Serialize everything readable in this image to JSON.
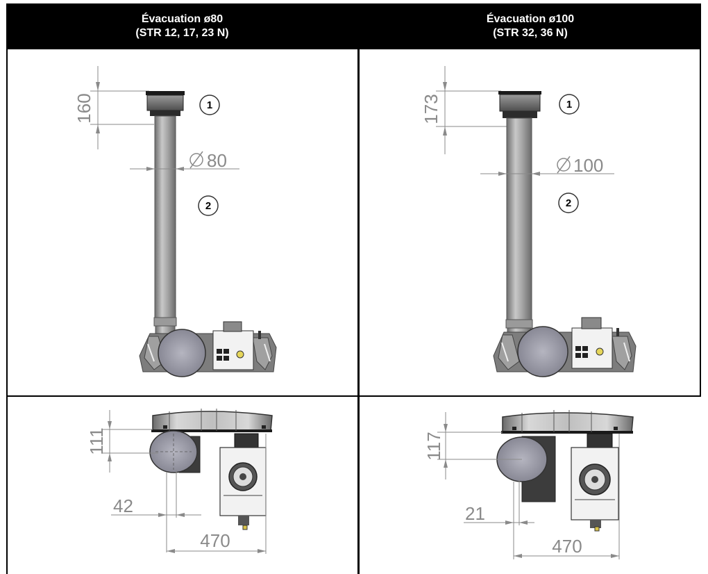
{
  "headers": {
    "left": {
      "title": "Évacuation ø80",
      "subtitle": "(STR 12, 17, 23 N)"
    },
    "right": {
      "title": "Évacuation ø100",
      "subtitle": "(STR 32, 36 N)"
    }
  },
  "top_left": {
    "dim_height": "160",
    "diameter": "80",
    "callout_1": "1",
    "callout_2": "2"
  },
  "top_right": {
    "dim_height": "173",
    "diameter": "100",
    "callout_1": "1",
    "callout_2": "2"
  },
  "bottom_left": {
    "dim_vertical": "111",
    "dim_offset": "42",
    "dim_width": "470"
  },
  "bottom_right": {
    "dim_vertical": "117",
    "dim_offset": "21",
    "dim_width": "470"
  },
  "colors": {
    "header_bg": "#000000",
    "header_text": "#ffffff",
    "dim_line": "#8a8a8a",
    "metal": "#9a9a9a"
  }
}
